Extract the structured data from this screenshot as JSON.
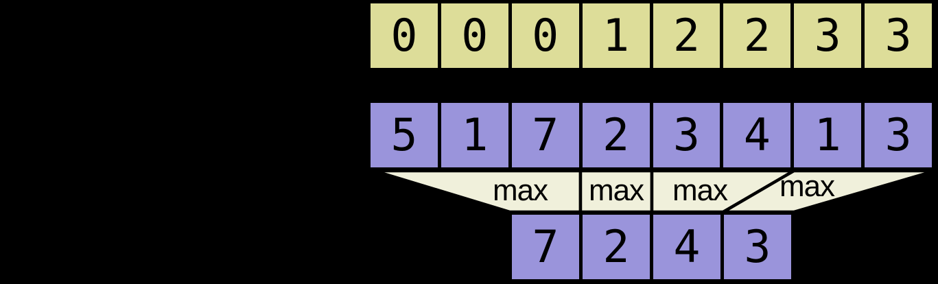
{
  "colors": {
    "background": "#000000",
    "ids-fill": "#DDDD99",
    "values-fill": "#9A94DB",
    "op-fill": "#F0F0DB",
    "border": "#000000",
    "text": "#000000"
  },
  "rows": {
    "ids": [
      "0",
      "0",
      "0",
      "1",
      "2",
      "2",
      "3",
      "3"
    ],
    "values": [
      "5",
      "1",
      "7",
      "2",
      "3",
      "4",
      "1",
      "3"
    ],
    "result": [
      "7",
      "2",
      "4",
      "3"
    ]
  },
  "operators": [
    "max",
    "max",
    "max",
    "max"
  ]
}
